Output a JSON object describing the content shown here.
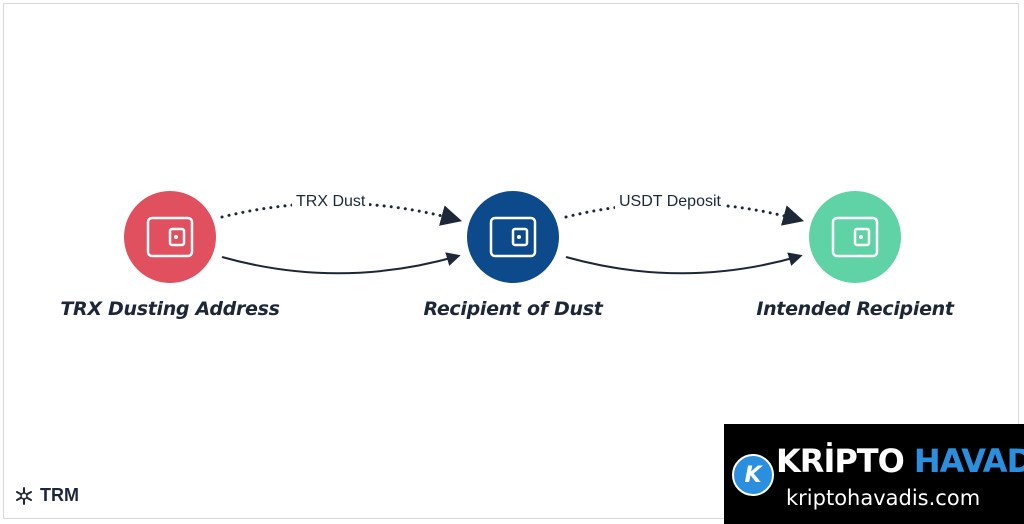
{
  "colors": {
    "dusting": "#e0505e",
    "recipient": "#0d4a8c",
    "intended": "#5fd3a6",
    "ink": "#1d2738",
    "watermark_accent": "#2b8fe0"
  },
  "nodes": [
    {
      "label": "TRX Dusting Address",
      "icon": "wallet-icon"
    },
    {
      "label": "Recipient of Dust",
      "icon": "wallet-icon"
    },
    {
      "label": "Intended Recipient",
      "icon": "wallet-icon"
    }
  ],
  "edges": [
    {
      "label": "TRX Dust",
      "style": "dotted",
      "from": 0,
      "to": 1
    },
    {
      "label": "",
      "style": "solid",
      "from": 0,
      "to": 1
    },
    {
      "label": "USDT Deposit",
      "style": "dotted",
      "from": 1,
      "to": 2
    },
    {
      "label": "",
      "style": "solid",
      "from": 1,
      "to": 2
    }
  ],
  "brand": {
    "name": "TRM",
    "icon": "trm-asterisk-icon"
  },
  "watermark": {
    "word1": "KRİPTO",
    "word2": "HAVADİS",
    "url": "kriptohavadis.com",
    "logo_letter": "K"
  }
}
